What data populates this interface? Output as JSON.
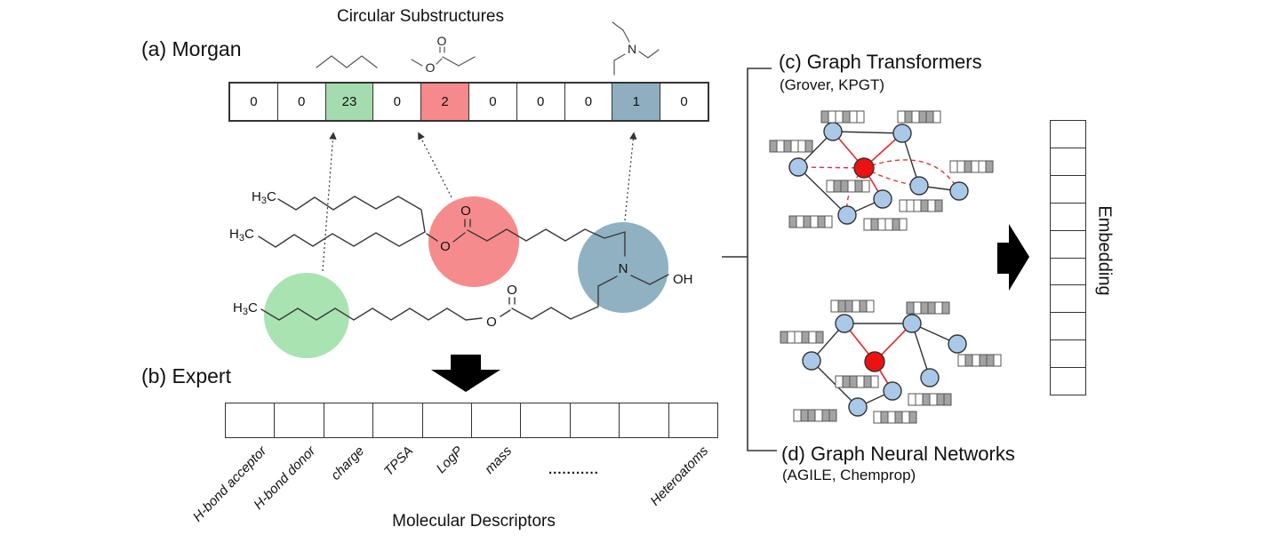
{
  "title": "Circular Substructures",
  "sections": {
    "a_label": "(a) Morgan",
    "b_label": "(b) Expert",
    "c_label": "(c) Graph Transformers",
    "c_sublabel": "(Grover, KPGT)",
    "d_label": "(d) Graph Neural Networks",
    "d_sublabel": "(AGILE, Chemprop)"
  },
  "fingerprint": {
    "values": [
      "0",
      "0",
      "23",
      "0",
      "2",
      "0",
      "0",
      "0",
      "1",
      "0"
    ]
  },
  "descriptors": {
    "labels": [
      "H-bond acceptor",
      "H-bond donor",
      "charge",
      "TPSA",
      "LogP",
      "mass",
      "Heteroatoms"
    ],
    "dots": "...........",
    "caption": "Molecular Descriptors"
  },
  "embedding": {
    "label": "Embedding"
  },
  "molecule": {
    "atoms": {
      "h": "H",
      "sub3": "3",
      "c": "C",
      "o": "O",
      "n": "N",
      "oh": "OH"
    }
  },
  "graphs": {
    "c": {
      "bars": [
        [
          1,
          0,
          0,
          1,
          0,
          0
        ],
        [
          0,
          1,
          0,
          1,
          1,
          0
        ],
        [
          1,
          0,
          1,
          0,
          0,
          1
        ],
        [
          0,
          1,
          1,
          0,
          1,
          0
        ],
        [
          0,
          0,
          1,
          0,
          0,
          1
        ],
        [
          0,
          0,
          0,
          1,
          0,
          1
        ],
        [
          1,
          0,
          1,
          0,
          1,
          0
        ],
        [
          0,
          1,
          0,
          0,
          1,
          0
        ]
      ]
    },
    "d": {
      "bars": [
        [
          0,
          1,
          1,
          0,
          1,
          0
        ],
        [
          1,
          0,
          1,
          1,
          0,
          1
        ],
        [
          1,
          0,
          0,
          1,
          0,
          1
        ],
        [
          0,
          1,
          0,
          1,
          1,
          0
        ],
        [
          0,
          1,
          1,
          0,
          1,
          0
        ],
        [
          0,
          0,
          1,
          0,
          1,
          1
        ],
        [
          0,
          1,
          1,
          0,
          1,
          1
        ],
        [
          0,
          1,
          0,
          1,
          0,
          1
        ]
      ]
    }
  },
  "colors": {
    "fp_green": "#a5dcaf",
    "fp_red": "#f5898c",
    "fp_blue": "#8fafc1",
    "circle_green": "#a9e3b2",
    "circle_red": "#f68b8d",
    "circle_blue": "#8fb1c2",
    "node_blue": "#aac9e9",
    "node_red": "#ee1111",
    "edge_red": "#e5302e",
    "bar_gray": "#a3a3a3"
  }
}
